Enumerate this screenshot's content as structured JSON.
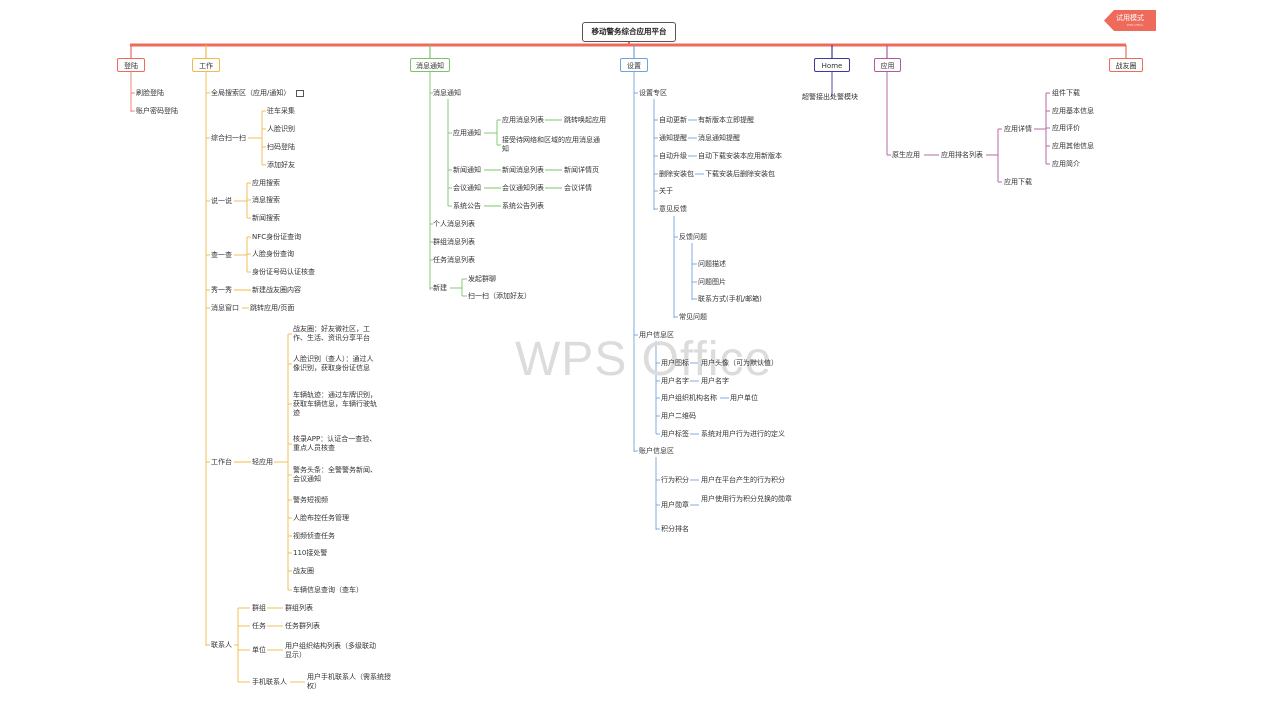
{
  "root_title": "移动警务综合应用平台",
  "badge": {
    "label": "试用模式",
    "sub": "WPS Office"
  },
  "watermark": "WPS Office",
  "categories": {
    "login": "登陆",
    "work": "工作",
    "message": "消息通知",
    "settings": "设置",
    "home": "Home",
    "apps": "应用",
    "friends": "战友圈"
  },
  "login": [
    "刷脸登陆",
    "账户密码登陆"
  ],
  "work": {
    "global_search": "全局搜索区（应用/通知）",
    "scan": {
      "label": "综合扫一扫",
      "items": [
        "驻车采集",
        "人脸识别",
        "扫码登陆",
        "添加好友"
      ]
    },
    "say": {
      "label": "说一说",
      "items": [
        "应用搜索",
        "消息搜索",
        "新闻搜索"
      ]
    },
    "check": {
      "label": "查一查",
      "items": [
        "NFC身份证查询",
        "人脸身份查询",
        "身份证号码认证核查"
      ]
    },
    "show": {
      "label": "秀一秀",
      "item": "新建战友圈内容"
    },
    "msgwin": {
      "label": "消息窗口",
      "item": "跳转应用/页面"
    },
    "desk": {
      "label": "工作台",
      "sub": "轻应用",
      "items": [
        "战友圈：好友微社区，工作、生活、资讯分享平台",
        "人脸识别（查人）：通过人像识别，获取身份证信息",
        "车辆轨迹：通过车牌识别，获取车辆信息，车辆行驶轨迹",
        "核录APP：认证合一查验、重点人员核查",
        "警务头条：全警警务新闻、会议通知",
        "警务短视频",
        "人脸布控任务管理",
        "视频侦查任务",
        "110接处警",
        "战友圈",
        "车辆信息查询（查车）"
      ]
    },
    "contacts": {
      "label": "联系人",
      "groups": [
        {
          "label": "群组",
          "item": "群组列表"
        },
        {
          "label": "任务",
          "item": "任务群列表"
        },
        {
          "label": "单位",
          "item": "用户组织结构列表（多级联动显示）"
        },
        {
          "label": "手机联系人",
          "item": "用户手机联系人（需系统授权）"
        }
      ]
    }
  },
  "message": {
    "label": "消息通知",
    "app_notice": {
      "label": "应用通知",
      "list": "应用消息列表",
      "jump": "跳转唤起应用",
      "grid": "接受待网络和区域的应用消息通知"
    },
    "news": {
      "label": "新闻通知",
      "list": "新闻消息列表",
      "detail": "新闻详情页"
    },
    "meeting": {
      "label": "会议通知",
      "list": "会议通知列表",
      "detail": "会议详情"
    },
    "system": {
      "label": "系统公告",
      "list": "系统公告列表"
    },
    "others": [
      "个人消息列表",
      "群组消息列表",
      "任务消息列表"
    ],
    "create": {
      "label": "新建",
      "items": [
        "发起群聊",
        "扫一扫（添加好友）"
      ]
    }
  },
  "settings": {
    "zone": {
      "label": "设置专区",
      "rows": [
        {
          "k": "自动更新",
          "v": "有新版本立即提醒"
        },
        {
          "k": "通知提醒",
          "v": "消息通知提醒"
        },
        {
          "k": "自动升级",
          "v": "自动下载安装本应用新版本"
        },
        {
          "k": "删除安装包",
          "v": "下载安装后删除安装包"
        },
        {
          "k": "关于",
          "v": ""
        }
      ],
      "feedback": {
        "label": "意见反馈",
        "problem": "反馈问题",
        "items": [
          "问题描述",
          "问题图片",
          "联系方式(手机/邮箱)"
        ],
        "faq": "常见问题"
      }
    },
    "user": {
      "label": "用户信息区",
      "rows": [
        {
          "k": "用户图标",
          "v": "用户头像（可为默认值）"
        },
        {
          "k": "用户名字",
          "v": "用户名字"
        },
        {
          "k": "用户组织机构名称",
          "v": "用户单位"
        },
        {
          "k": "用户二维码",
          "v": ""
        },
        {
          "k": "用户标签",
          "v": "系统对用户行为进行的定义"
        }
      ]
    },
    "account": {
      "label": "账户信息区",
      "rows": [
        {
          "k": "行为积分",
          "v": "用户在平台产生的行为积分"
        },
        {
          "k": "用户勋章",
          "v": "用户使用行为积分兑换的勋章"
        },
        {
          "k": "积分排名",
          "v": ""
        }
      ]
    }
  },
  "home": {
    "item": "超警接出处警模块"
  },
  "apps": {
    "native": "原生应用",
    "ranking": "应用排名列表",
    "detail": {
      "label": "应用详情",
      "items": [
        "组件下载",
        "应用基本信息",
        "应用评价",
        "应用其他信息",
        "应用简介"
      ]
    },
    "download": "应用下载"
  },
  "colors": {
    "trunk": "#ee6a5a",
    "login": "#ee6a5a",
    "work": "#f2b84b",
    "message": "#7cc46a",
    "settings": "#6fa4dc",
    "home": "#3b3b9a",
    "apps": "#b15a9e",
    "friends": "#ee6a5a"
  }
}
